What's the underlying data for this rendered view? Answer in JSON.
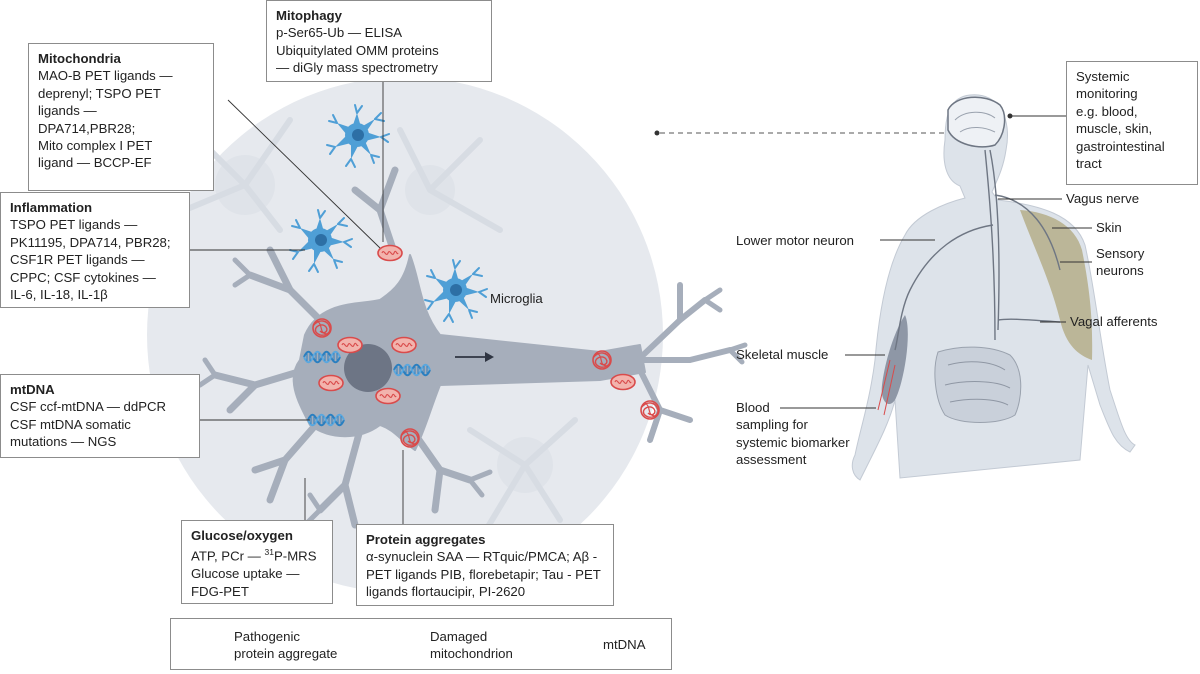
{
  "boxes": {
    "mitophagy": {
      "title": "Mitophagy",
      "lines": [
        "p-Ser65-Ub — ELISA",
        "Ubiquitylated OMM proteins",
        "— diGly mass spectrometry"
      ]
    },
    "mitochondria": {
      "title": "Mitochondria",
      "lines": [
        "MAO-B PET ligands —",
        "deprenyl; TSPO PET",
        "ligands —",
        "DPA714,PBR28;",
        "Mito complex I PET",
        "ligand — BCCP-EF"
      ]
    },
    "inflammation": {
      "title": "Inflammation",
      "lines": [
        "TSPO PET ligands —",
        "PK11195, DPA714, PBR28;",
        "CSF1R PET ligands —",
        "CPPC; CSF cytokines —",
        "IL-6, IL-18, IL-1β"
      ]
    },
    "mtdna": {
      "title": "mtDNA",
      "lines": [
        "CSF ccf-mtDNA — ddPCR",
        "CSF mtDNA somatic",
        "mutations — NGS"
      ]
    },
    "glucose": {
      "title": "Glucose/oxygen",
      "line1_pre": "ATP, PCr — ",
      "line1_sup": "31",
      "line1_post": "P-MRS",
      "lines": [
        "Glucose uptake —",
        "FDG-PET"
      ]
    },
    "protein": {
      "title": "Protein aggregates",
      "lines": [
        "α-synuclein SAA — RTquic/PMCA; Aβ -",
        "PET ligands PIB, florebetapir; Tau - PET",
        "ligands flortaucipir, PI-2620"
      ]
    },
    "systemic": {
      "lines": [
        "Systemic",
        "monitoring",
        "e.g. blood,",
        "muscle, skin,",
        "gastrointestinal",
        "tract"
      ]
    }
  },
  "labels": {
    "microglia": "Microglia",
    "vagus": "Vagus nerve",
    "skin": "Skin",
    "sensory": [
      "Sensory",
      "neurons"
    ],
    "lower_motor": "Lower motor neuron",
    "vagal_afferents": "Vagal afferents",
    "skeletal": "Skeletal muscle",
    "blood": [
      "Blood",
      "sampling for",
      "systemic biomarker",
      "assessment"
    ]
  },
  "legend": {
    "aggregate": [
      "Pathogenic",
      "protein aggregate"
    ],
    "mito": [
      "Damaged",
      "mitochondrion"
    ],
    "mtdna": "mtDNA"
  },
  "colors": {
    "circle": "#e6e9ee",
    "neuron": "#a6aebb",
    "neuron_dark": "#8e97a6",
    "nucleus": "#6d7585",
    "microglia": "#4f9fd6",
    "microglia_nuc": "#2d6fa5",
    "mito_fill": "#f2b3ad",
    "mito_stroke": "#d94b4b",
    "body": "#dde3ea",
    "body_outline": "#b4bcc7",
    "skin_patch": "#b5ae8a",
    "nerve": "#6e7683"
  }
}
